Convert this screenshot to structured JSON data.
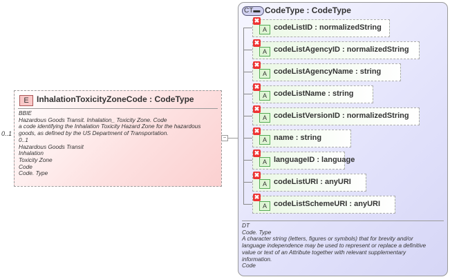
{
  "element": {
    "badge": "E",
    "title": "InhalationToxicityZoneCode : CodeType",
    "occurrence": "0..1",
    "description": [
      "BBIE",
      "Hazardous Goods Transit. Inhalation_ Toxicity Zone. Code",
      "a code identifying the Inhalation Toxicity Hazard Zone for the hazardous",
      "goods, as defined by the US Department of Transportation.",
      "0..1",
      "Hazardous Goods Transit",
      "Inhalation",
      "Toxicity Zone",
      "Code",
      "Code. Type"
    ]
  },
  "complex_type": {
    "badge": "CT",
    "title": "CodeType : CodeType",
    "attributes": [
      {
        "label": "codeListID : normalizedString"
      },
      {
        "label": "codeListAgencyID : normalizedString"
      },
      {
        "label": "codeListAgencyName : string"
      },
      {
        "label": "codeListName : string"
      },
      {
        "label": "codeListVersionID : normalizedString"
      },
      {
        "label": "name     : string"
      },
      {
        "label": "languageID : language"
      },
      {
        "label": "codeListURI : anyURI"
      },
      {
        "label": "codeListSchemeURI : anyURI"
      }
    ],
    "attribute_badge": "A",
    "description": [
      "DT",
      "Code. Type",
      "A character string (letters, figures or symbols) that for brevity and/or",
      "language independence may be used to represent or replace a definitive",
      "value or text of an Attribute together with relevant supplementary",
      "information.",
      "Code"
    ]
  }
}
